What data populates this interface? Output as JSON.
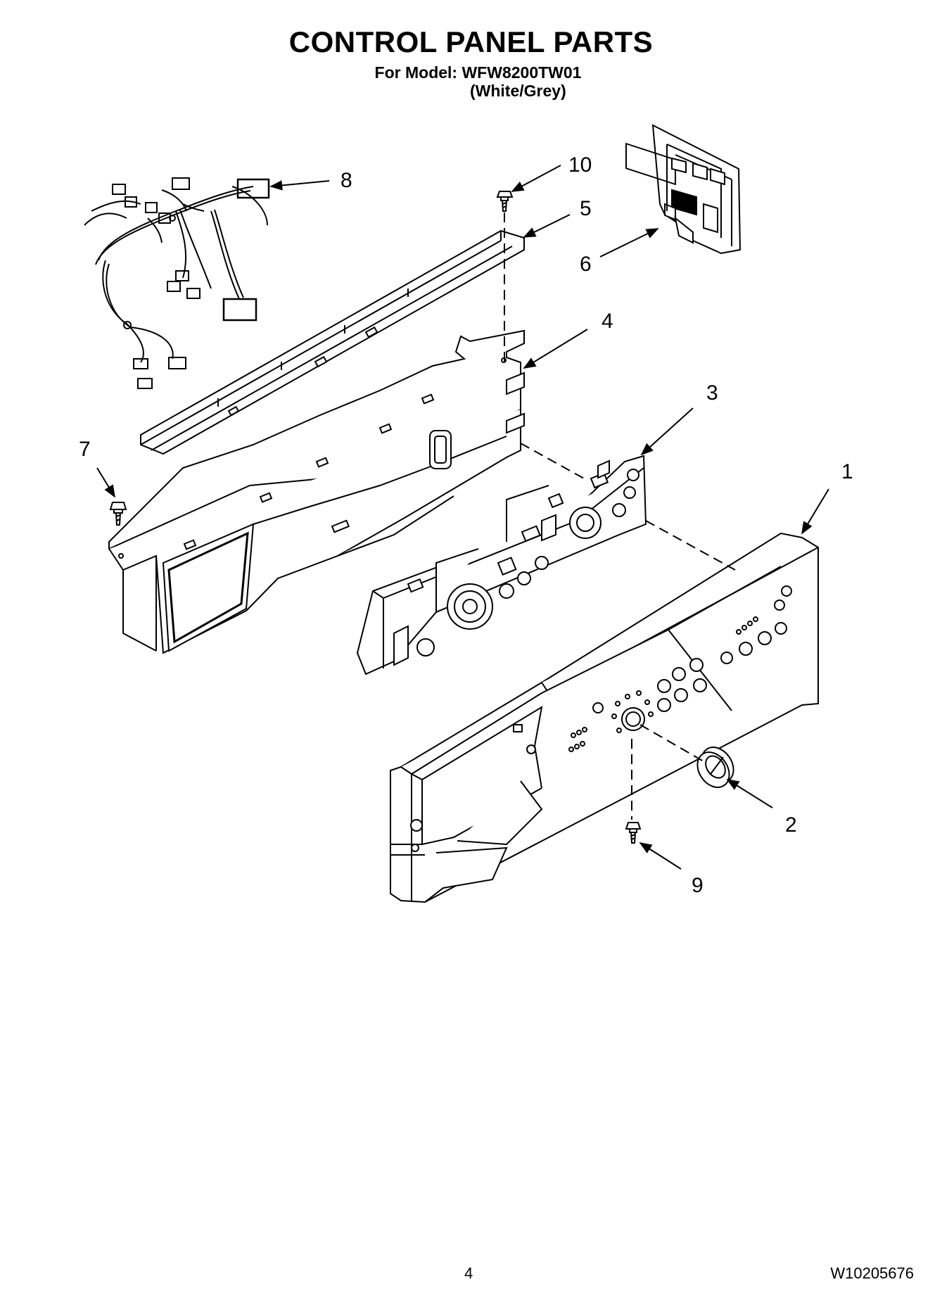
{
  "header": {
    "title": "CONTROL PANEL PARTS",
    "model_line": "For Model: WFW8200TW01",
    "variant": "(White/Grey)"
  },
  "callouts": [
    "1",
    "2",
    "3",
    "4",
    "5",
    "6",
    "7",
    "8",
    "9",
    "10"
  ],
  "footer": {
    "page_number": "4",
    "document_number": "W10205676"
  }
}
